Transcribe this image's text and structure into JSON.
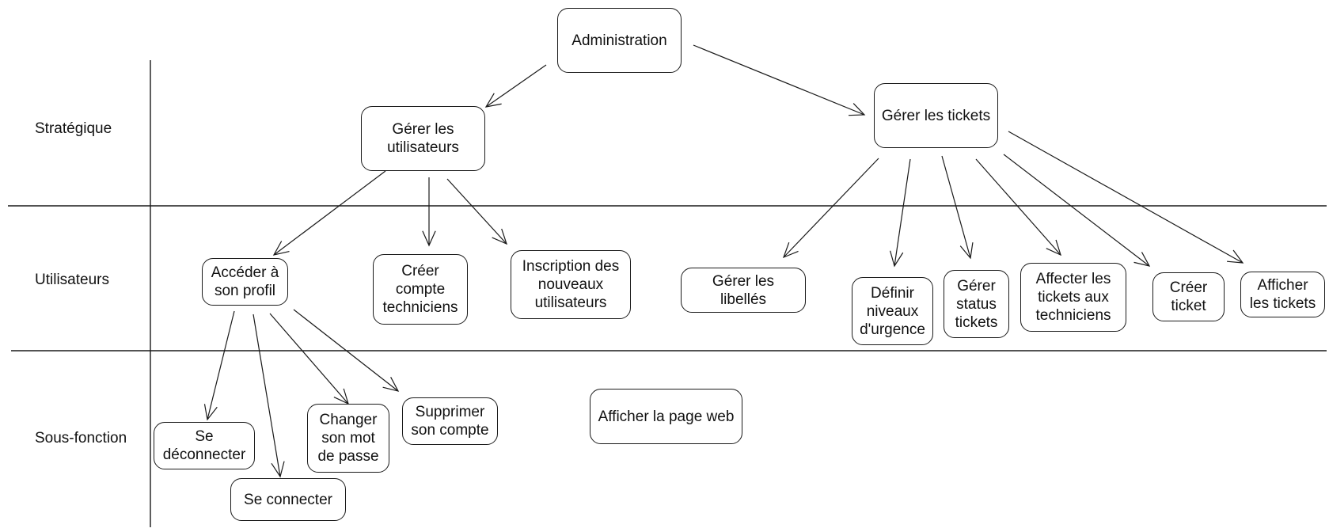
{
  "lanes": [
    "Stratégique",
    "Utilisateurs",
    "Sous-fonction"
  ],
  "nodes": {
    "administration": "Administration",
    "gerer_utilisateurs": "Gérer les\nutilisateurs",
    "gerer_tickets": "Gérer les tickets",
    "acceder_profil": "Accéder à\nson profil",
    "creer_compte_techniciens": "Créer\ncompte\ntechniciens",
    "inscription": "Inscription des\nnouveaux\nutilisateurs",
    "gerer_libelles": "Gérer les\nlibellés",
    "definir_urgence": "Définir\nniveaux\nd'urgence",
    "gerer_status": "Gérer\nstatus\ntickets",
    "affecter_tickets": "Affecter les\ntickets aux\ntechniciens",
    "creer_ticket": "Créer\nticket",
    "afficher_tickets": "Afficher\nles tickets",
    "se_deconnecter": "Se\ndéconnecter",
    "se_connecter": "Se connecter",
    "changer_mdp": "Changer\nson mot\nde passe",
    "supprimer_compte": "Supprimer\nson compte",
    "afficher_page_web": "Afficher la page web"
  },
  "edges": [
    [
      "administration",
      "gerer_utilisateurs"
    ],
    [
      "administration",
      "gerer_tickets"
    ],
    [
      "gerer_utilisateurs",
      "acceder_profil"
    ],
    [
      "gerer_utilisateurs",
      "creer_compte_techniciens"
    ],
    [
      "gerer_utilisateurs",
      "inscription"
    ],
    [
      "gerer_tickets",
      "gerer_libelles"
    ],
    [
      "gerer_tickets",
      "definir_urgence"
    ],
    [
      "gerer_tickets",
      "gerer_status"
    ],
    [
      "gerer_tickets",
      "affecter_tickets"
    ],
    [
      "gerer_tickets",
      "creer_ticket"
    ],
    [
      "gerer_tickets",
      "afficher_tickets"
    ],
    [
      "acceder_profil",
      "se_deconnecter"
    ],
    [
      "acceder_profil",
      "se_connecter"
    ],
    [
      "acceder_profil",
      "changer_mdp"
    ],
    [
      "acceder_profil",
      "supprimer_compte"
    ]
  ]
}
